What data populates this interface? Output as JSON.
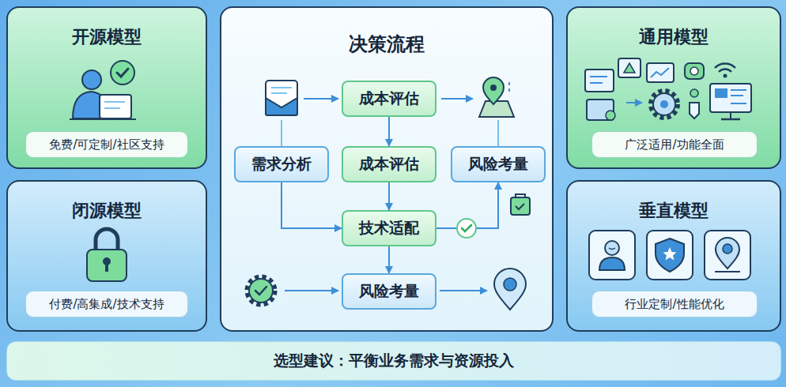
{
  "diagram": {
    "nodes": [
      {
        "text": [
          "开源模型"
        ]
      },
      {
        "text": [
          "免费/可定制/社区支持"
        ],
        "in": 0
      },
      {
        "text": [
          "决策流程"
        ]
      },
      {
        "text": [
          "成本评估"
        ],
        "in": 2
      },
      {
        "text": [
          "需求分析"
        ],
        "in": 2
      },
      {
        "text": [
          "成本评估"
        ],
        "in": 2
      },
      {
        "text": [
          "风险考量"
        ],
        "in": 2
      },
      {
        "text": [
          "技术适配"
        ],
        "in": 2
      },
      {
        "text": [
          "风险考量"
        ],
        "in": 2
      },
      {
        "text": [
          "通用模型"
        ]
      },
      {
        "text": [
          "广泛适用/功能全面"
        ],
        "in": 9
      },
      {
        "text": [
          "闭源模型"
        ]
      },
      {
        "text": [
          "付费/高集成/技术支持"
        ],
        "in": 11
      },
      {
        "text": [
          "垂直模型"
        ]
      },
      {
        "text": [
          "行业定制/性能优化"
        ],
        "in": 13
      },
      {
        "text": [
          "选型建议：平衡业务需求与资源投入"
        ]
      }
    ],
    "edges": [
      {
        "from": 3,
        "to": 5,
        "arrow": "to"
      },
      {
        "from": 5,
        "to": 7,
        "arrow": "to"
      },
      {
        "from": 4,
        "to": 7,
        "arrow": "to"
      },
      {
        "from": 7,
        "to": 6,
        "arrow": "to"
      },
      {
        "from": 7,
        "to": 8,
        "arrow": "to"
      }
    ]
  }
}
